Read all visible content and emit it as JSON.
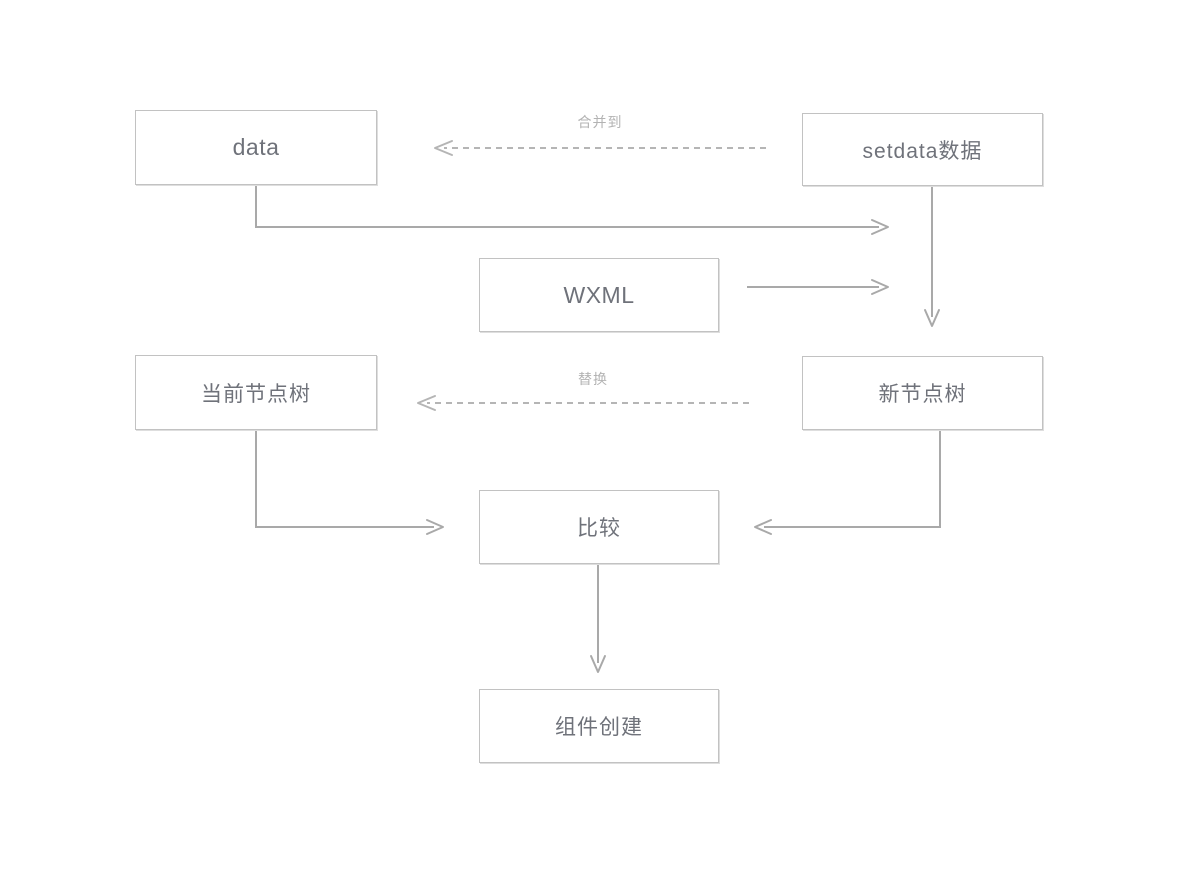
{
  "diagram": {
    "title": "WXML rendering / virtual DOM diff flow",
    "background_color": "#ffffff",
    "node_border_color": "#c2c2c2",
    "node_text_color": "#6f727a",
    "edge_color": "#a9a9a9",
    "edge_label_color": "#b3b3b3",
    "nodes": [
      {
        "id": "data",
        "label": "data"
      },
      {
        "id": "setdata",
        "label": "setdata数据"
      },
      {
        "id": "wxml",
        "label": "WXML"
      },
      {
        "id": "current_tree",
        "label": "当前节点树"
      },
      {
        "id": "new_tree",
        "label": "新节点树"
      },
      {
        "id": "compare",
        "label": "比较"
      },
      {
        "id": "component_create",
        "label": "组件创建"
      }
    ],
    "edges": [
      {
        "id": "merge",
        "from": "setdata",
        "to": "data",
        "label": "合并到",
        "style": "dashed",
        "direction": "left"
      },
      {
        "id": "data-to-newtree",
        "from": "data",
        "to": "new_tree",
        "label": "",
        "style": "solid",
        "direction": "right"
      },
      {
        "id": "wxml-to-newtree",
        "from": "wxml",
        "to": "new_tree",
        "label": "",
        "style": "solid",
        "direction": "right"
      },
      {
        "id": "setdata-to-newtree",
        "from": "setdata",
        "to": "new_tree",
        "label": "",
        "style": "solid",
        "direction": "down"
      },
      {
        "id": "replace",
        "from": "new_tree",
        "to": "current_tree",
        "label": "替换",
        "style": "dashed",
        "direction": "left"
      },
      {
        "id": "currenttree-to-compare",
        "from": "current_tree",
        "to": "compare",
        "label": "",
        "style": "solid",
        "direction": "right"
      },
      {
        "id": "newtree-to-compare",
        "from": "new_tree",
        "to": "compare",
        "label": "",
        "style": "solid",
        "direction": "left"
      },
      {
        "id": "compare-to-create",
        "from": "compare",
        "to": "component_create",
        "label": "",
        "style": "solid",
        "direction": "down"
      }
    ]
  }
}
